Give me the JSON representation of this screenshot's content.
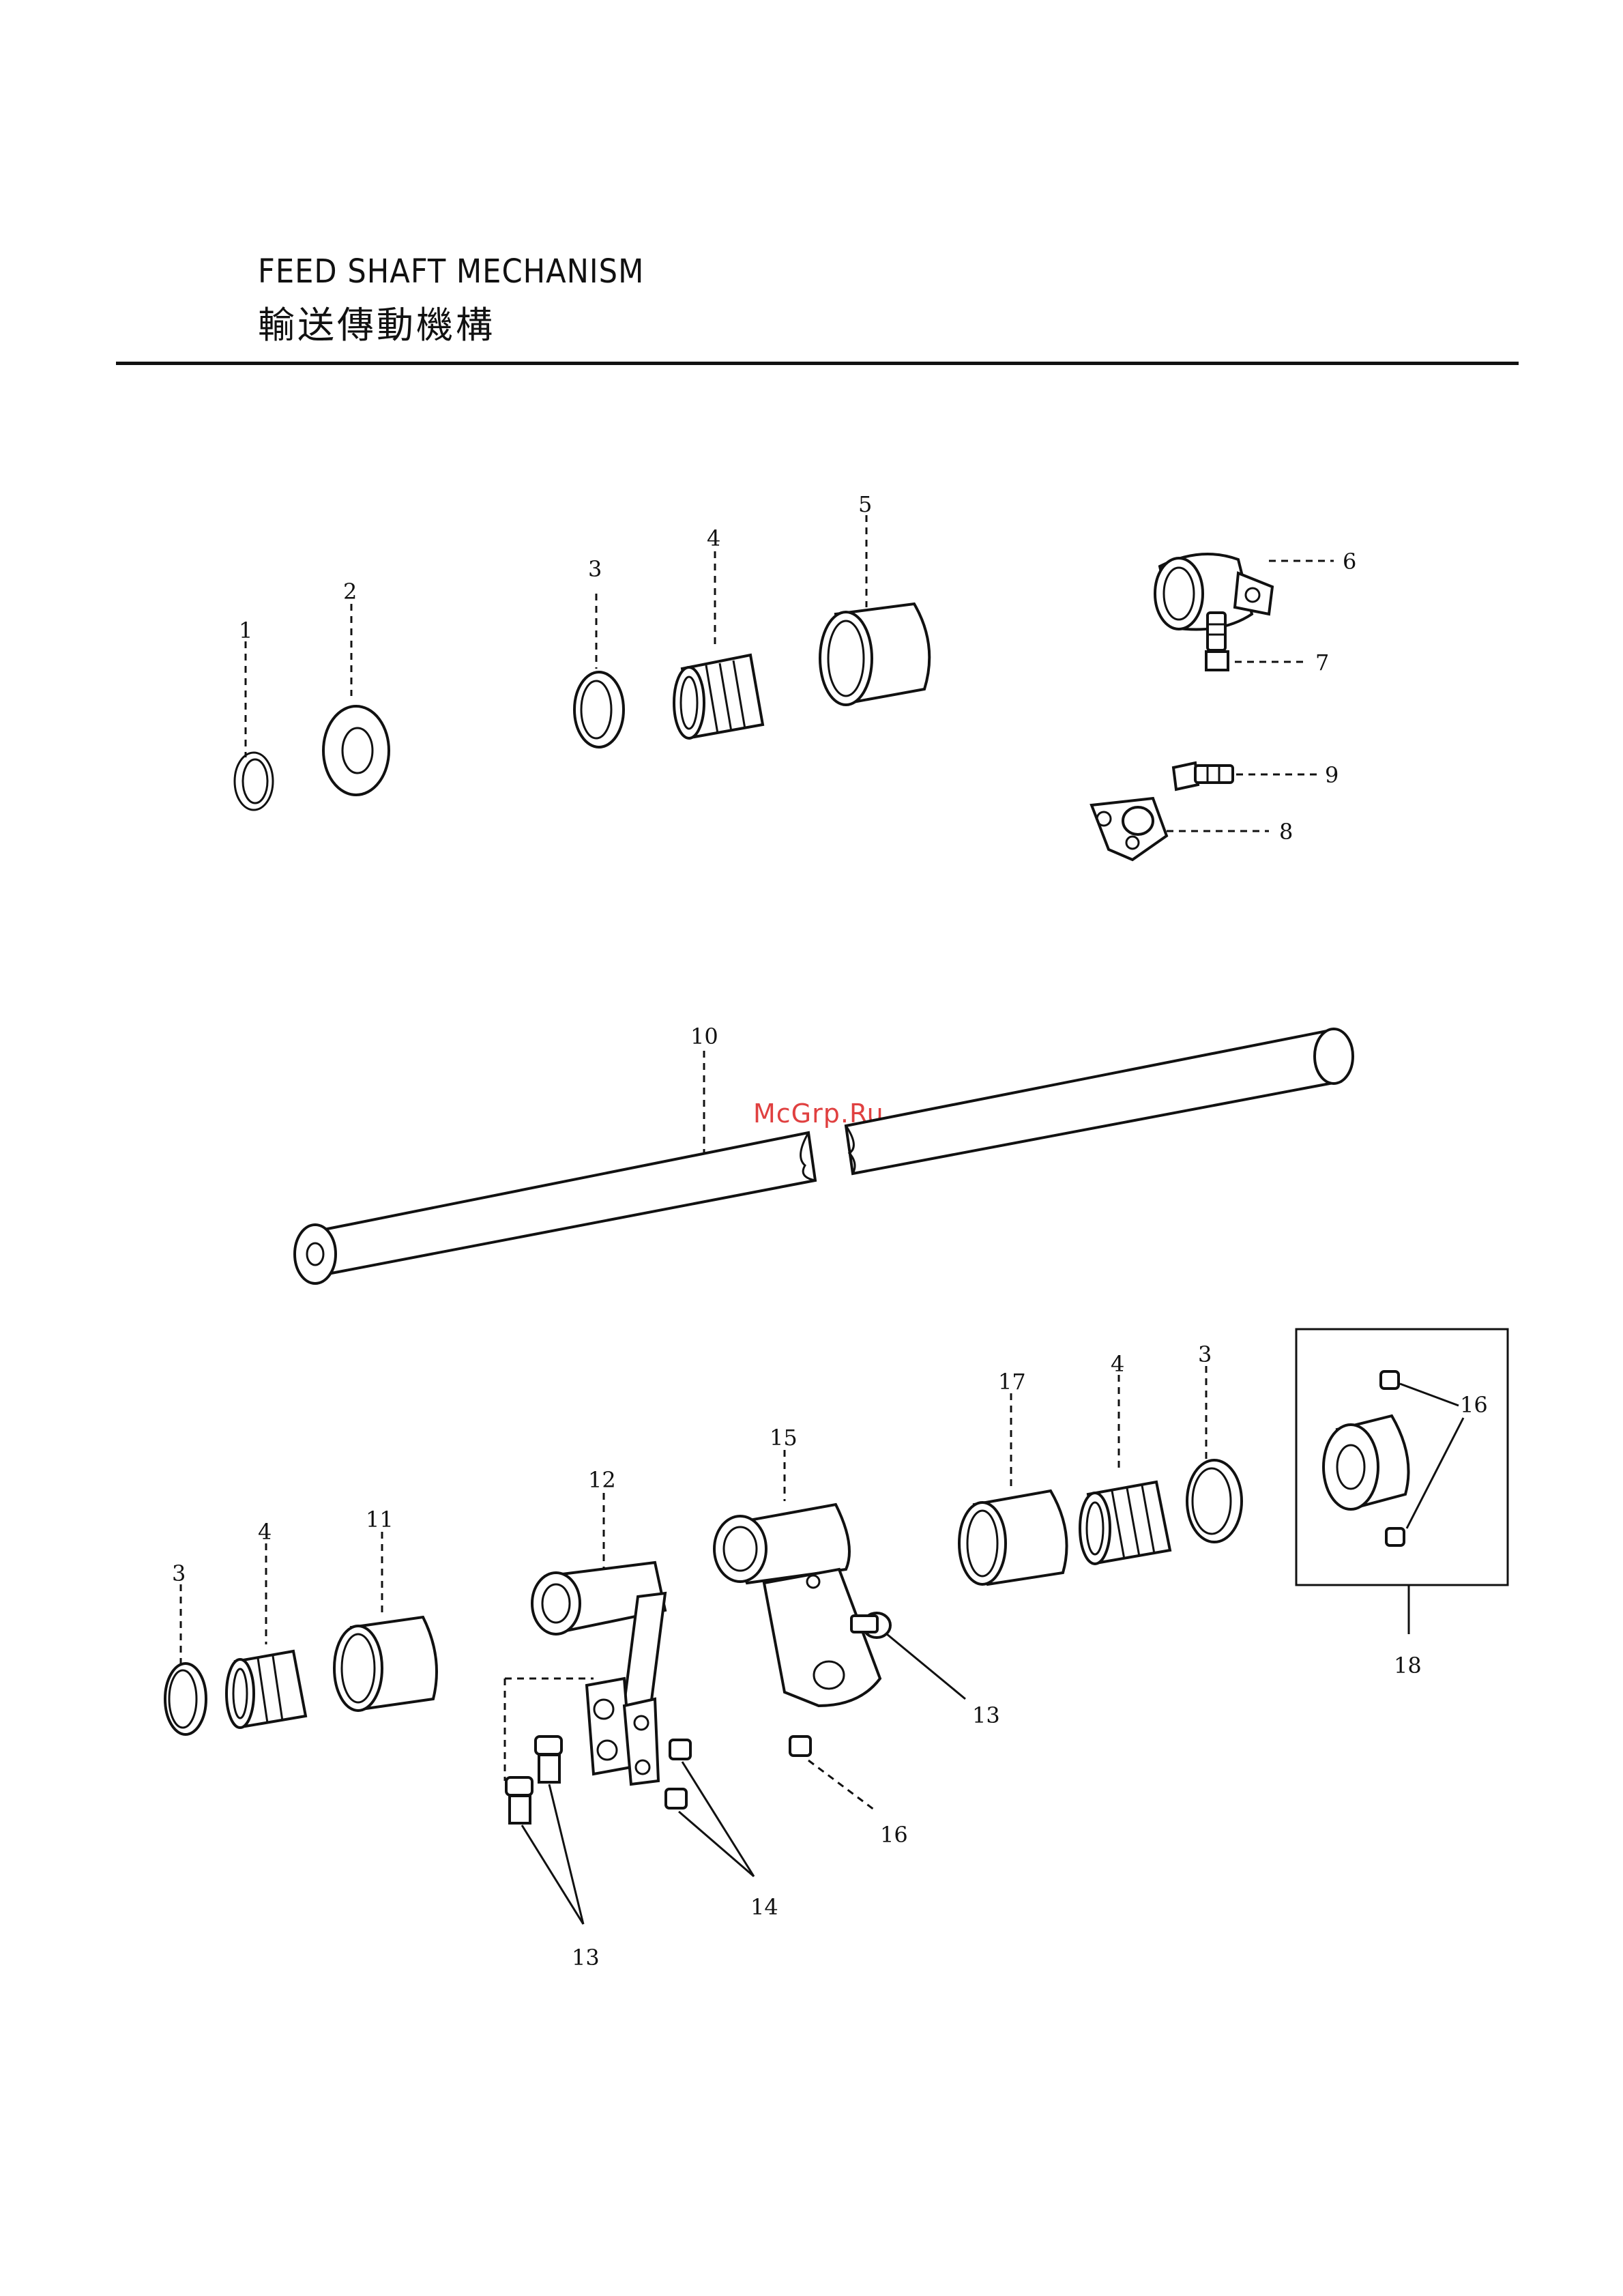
{
  "header": {
    "title_en": "FEED SHAFT MECHANISM",
    "title_zh": "輸送傳動機構"
  },
  "watermark": "McGrp.Ru",
  "callouts": {
    "c1": "1",
    "c2": "2",
    "c3a": "3",
    "c4a": "4",
    "c5": "5",
    "c6": "6",
    "c7": "7",
    "c8": "8",
    "c9": "9",
    "c10": "10",
    "c3b": "3",
    "c4b": "4",
    "c11": "11",
    "c12": "12",
    "c13a": "13",
    "c13b": "13",
    "c14": "14",
    "c15": "15",
    "c16a": "16",
    "c16b": "16",
    "c17": "17",
    "c4c": "4",
    "c3c": "3",
    "c18": "18"
  }
}
